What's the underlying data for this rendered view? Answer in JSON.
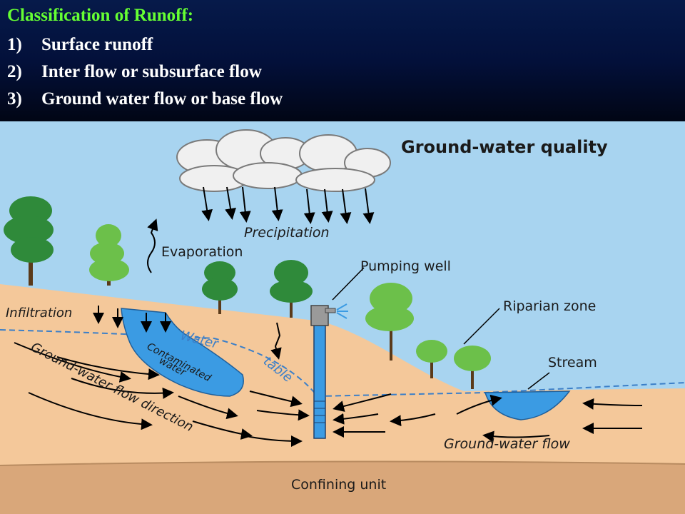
{
  "slide": {
    "heading": "Classification of Runoff:",
    "list": [
      {
        "num": "1)",
        "text": "Surface runoff"
      },
      {
        "num": "2)",
        "text": "Inter flow or subsurface flow"
      },
      {
        "num": "3)",
        "text": "Ground water flow or base flow"
      }
    ]
  },
  "diagram": {
    "title": "Ground-water quality",
    "labels": {
      "precipitation": "Precipitation",
      "evaporation": "Evaporation",
      "pumping_well": "Pumping well",
      "riparian_zone": "Riparian zone",
      "infiltration": "Infiltration",
      "water": "Water",
      "table": "table",
      "contaminated": "Contaminated",
      "water2": "water",
      "stream": "Stream",
      "flow_direction": "Ground-water flow direction",
      "gw_flow": "Ground-water flow",
      "confining_unit": "Confining unit"
    }
  },
  "colors": {
    "heading": "#66ff33",
    "text": "#ffffff",
    "sky": "#a8d4f0",
    "soil": "#f4c89a",
    "confining": "#d9a77a",
    "water": "#3b9be3",
    "tree_dark": "#2f8a3a",
    "tree_light": "#6cc04a"
  }
}
